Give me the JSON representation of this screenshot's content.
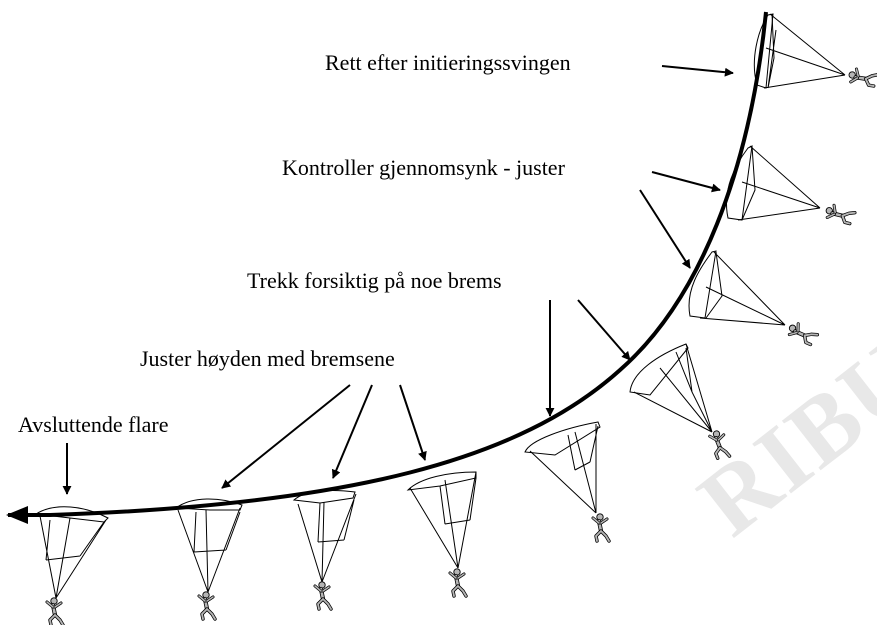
{
  "labels": {
    "after_initiation_turn": "Rett efter initieringssvingen",
    "control_descent": "Kontroller gjennomsynk - juster",
    "pull_brakes": "Trekk forsiktig på noe brems",
    "adjust_height": "Juster høyden  med bremsene",
    "final_flare": "Avsluttende flare"
  },
  "watermark": "RIBU",
  "colors": {
    "ink": "#000000",
    "figure": "#b5b5b5",
    "watermark": "#e8e8e8"
  }
}
